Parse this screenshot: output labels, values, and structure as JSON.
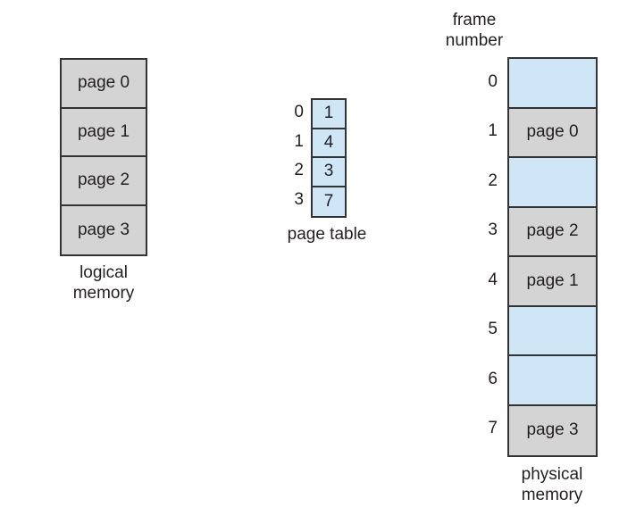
{
  "colors": {
    "background": "#ffffff",
    "page_fill": "#d4d4d4",
    "empty_fill": "#cfe6f7",
    "border": "#333333",
    "text": "#231f20"
  },
  "logical_memory": {
    "pages": [
      "page 0",
      "page 1",
      "page 2",
      "page 3"
    ],
    "label_line1": "logical",
    "label_line2": "memory"
  },
  "page_table": {
    "label": "page table",
    "entries": [
      {
        "index": "0",
        "frame": "1"
      },
      {
        "index": "1",
        "frame": "4"
      },
      {
        "index": "2",
        "frame": "3"
      },
      {
        "index": "3",
        "frame": "7"
      }
    ]
  },
  "physical_memory": {
    "header_line1": "frame",
    "header_line2": "number",
    "label_line1": "physical",
    "label_line2": "memory",
    "frames": [
      {
        "number": "0",
        "content": "",
        "type": "empty"
      },
      {
        "number": "1",
        "content": "page 0",
        "type": "page"
      },
      {
        "number": "2",
        "content": "",
        "type": "empty"
      },
      {
        "number": "3",
        "content": "page 2",
        "type": "page"
      },
      {
        "number": "4",
        "content": "page 1",
        "type": "page"
      },
      {
        "number": "5",
        "content": "",
        "type": "empty"
      },
      {
        "number": "6",
        "content": "",
        "type": "empty"
      },
      {
        "number": "7",
        "content": "page 3",
        "type": "page"
      }
    ]
  }
}
